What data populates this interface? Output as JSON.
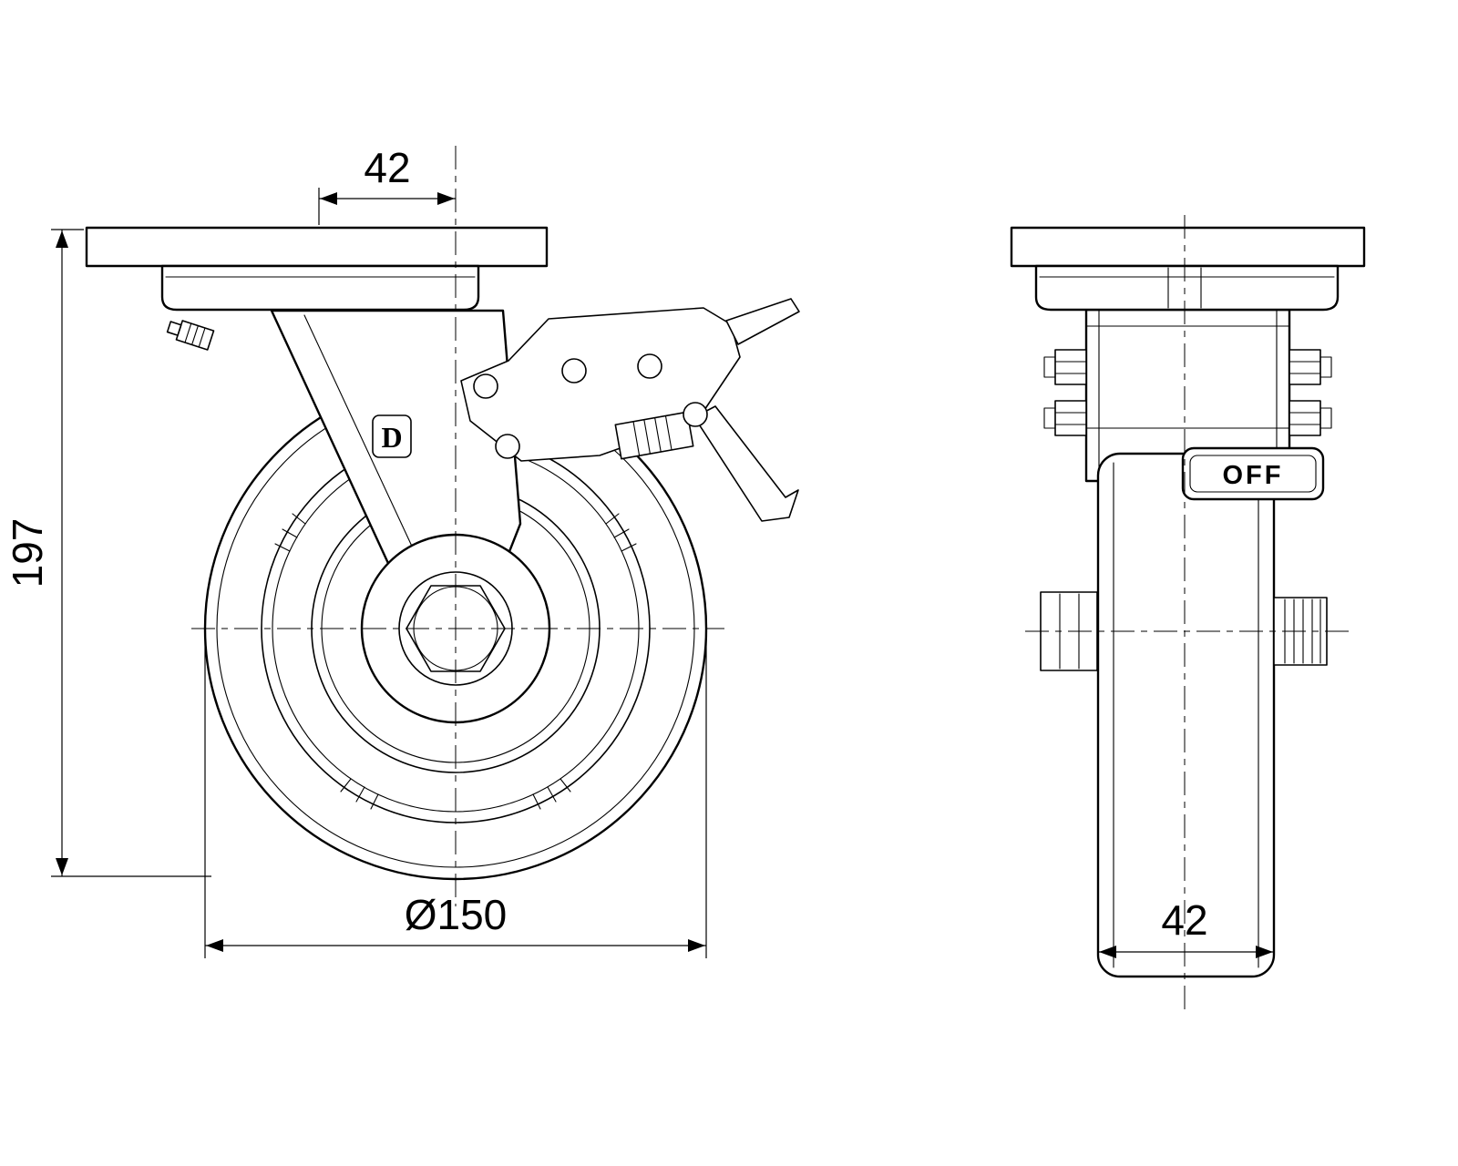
{
  "dims": {
    "plate_offset": "42",
    "height": "197",
    "diameter": "Ø150",
    "width": "42"
  },
  "labels": {
    "brake": "OFF",
    "logo": "D"
  },
  "colors": {
    "line": "#000000",
    "background": "#ffffff"
  }
}
